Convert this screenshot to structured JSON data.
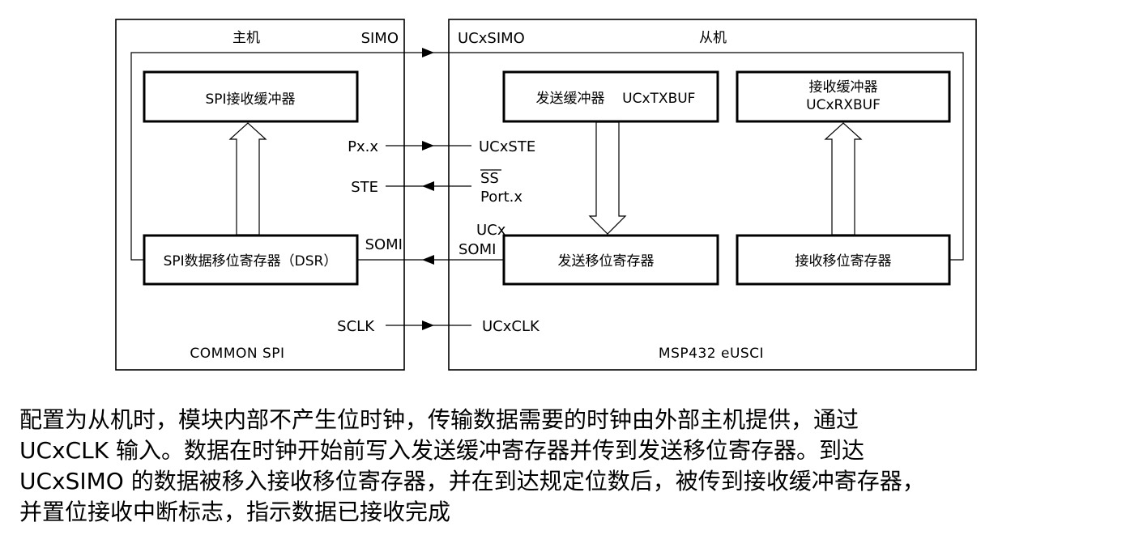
{
  "master": {
    "title": "主机",
    "footer": "COMMON SPI",
    "rx_buffer": "SPI接收缓冲器",
    "shift_register": "SPI数据移位寄存器（DSR）",
    "pins": {
      "simo": "SIMO",
      "pxx": "Px.x",
      "ste": "STE",
      "somi": "SOMI",
      "sclk": "SCLK"
    }
  },
  "slave": {
    "title": "从机",
    "footer": "MSP432 eUSCI",
    "tx_buffer": "发送缓冲器    UCxTXBUF",
    "rx_buffer_line1": "接收缓冲器",
    "rx_buffer_line2": "UCxRXBUF",
    "tx_shift": "发送移位寄存器",
    "rx_shift": "接收移位寄存器",
    "pins": {
      "simo": "UCxSIMO",
      "ste": "UCxSTE",
      "ss": "SS",
      "port": "Port.x",
      "somi_line1": "UCx",
      "somi_line2": "SOMI",
      "clk": "UCxCLK"
    }
  },
  "caption": [
    "配置为从机时，模块内部不产生位时钟，传输数据需要的时钟由外部主机提供，通过",
    "UCxCLK 输入。数据在时钟开始前写入发送缓冲寄存器并传到发送移位寄存器。到达",
    "UCxSIMO 的数据被移入接收移位寄存器，并在到达规定位数后，被传到接收缓冲寄存器，",
    "并置位接收中断标志，指示数据已接收完成"
  ]
}
